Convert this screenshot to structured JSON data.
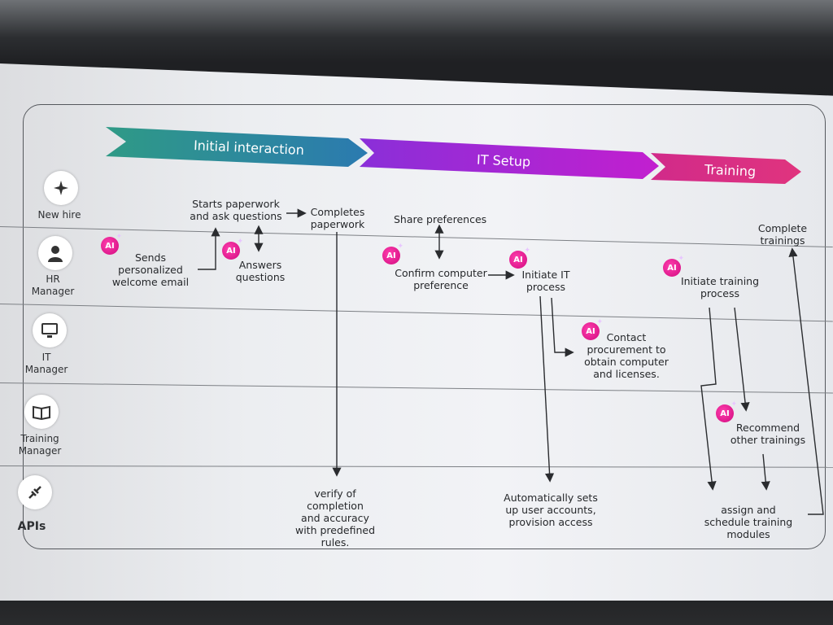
{
  "phases": [
    {
      "label": "Initial interaction",
      "color_start": "#2f9a86",
      "color_end": "#2b7ab0"
    },
    {
      "label": "IT Setup",
      "color_start": "#8a2fd8",
      "color_end": "#c21fcf"
    },
    {
      "label": "Training",
      "color_start": "#d12a8a",
      "color_end": "#e0347e"
    }
  ],
  "lanes": [
    {
      "label": "New hire",
      "icon": "sparkle-icon"
    },
    {
      "label": "HR\nManager",
      "icon": "person-icon"
    },
    {
      "label": "IT\nManager",
      "icon": "monitor-icon"
    },
    {
      "label": "Training\nManager",
      "icon": "book-icon"
    },
    {
      "label": "APIs",
      "icon": "plug-icon"
    }
  ],
  "ai_badge_text": "AI",
  "nodes": {
    "sends_email": "Sends\npersonalized\nwelcome email",
    "starts_paperwork": "Starts paperwork\nand ask questions",
    "answers_questions": "Answers\nquestions",
    "completes_paperwork": "Completes\npaperwork",
    "verify": "verify of\ncompletion\nand accuracy\nwith predefined\nrules.",
    "share_preferences": "Share preferences",
    "confirm_preference": "Confirm computer\npreference",
    "initiate_it": "Initiate IT\nprocess",
    "contact_procurement": "Contact\nprocurement to\nobtain computer\nand licenses.",
    "auto_accounts": "Automatically sets\nup user accounts,\nprovision access",
    "complete_trainings": "Complete\ntrainings",
    "initiate_training": "Initiate training\nprocess",
    "recommend_trainings": "Recommend\nother trainings",
    "assign_schedule": "assign and\nschedule training\nmodules"
  }
}
